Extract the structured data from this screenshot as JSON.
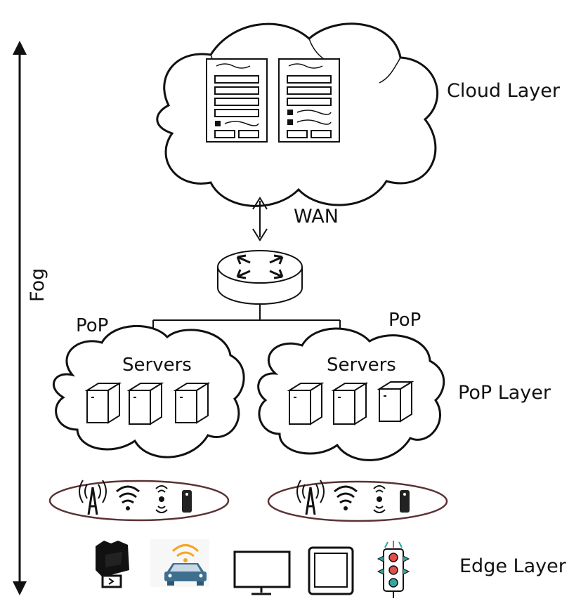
{
  "labels": {
    "cloud_layer": "Cloud Layer",
    "wan": "WAN",
    "fog": "Fog",
    "pop_left": "PoP",
    "pop_right": "PoP",
    "servers_left": "Servers",
    "servers_right": "Servers",
    "pop_layer": "PoP Layer",
    "edge_layer": "Edge Layer"
  },
  "icons": {
    "left_pop_access": [
      "radio-tower-icon",
      "wifi-icon",
      "broadcast-signal-icon",
      "smart-device-icon"
    ],
    "right_pop_access": [
      "radio-tower-icon",
      "wifi-icon",
      "broadcast-signal-icon",
      "smart-device-icon"
    ],
    "edge_devices": [
      "smartwatch-icon",
      "connected-car-icon",
      "monitor-icon",
      "tablet-icon",
      "traffic-light-icon"
    ]
  },
  "colors": {
    "ink": "#111111",
    "oval_border": "#5a3236",
    "wifi_orange": "#f5a623",
    "car_blue": "#3f6f8f",
    "traffic_red": "#e0504f",
    "traffic_teal": "#2fa8a0"
  }
}
